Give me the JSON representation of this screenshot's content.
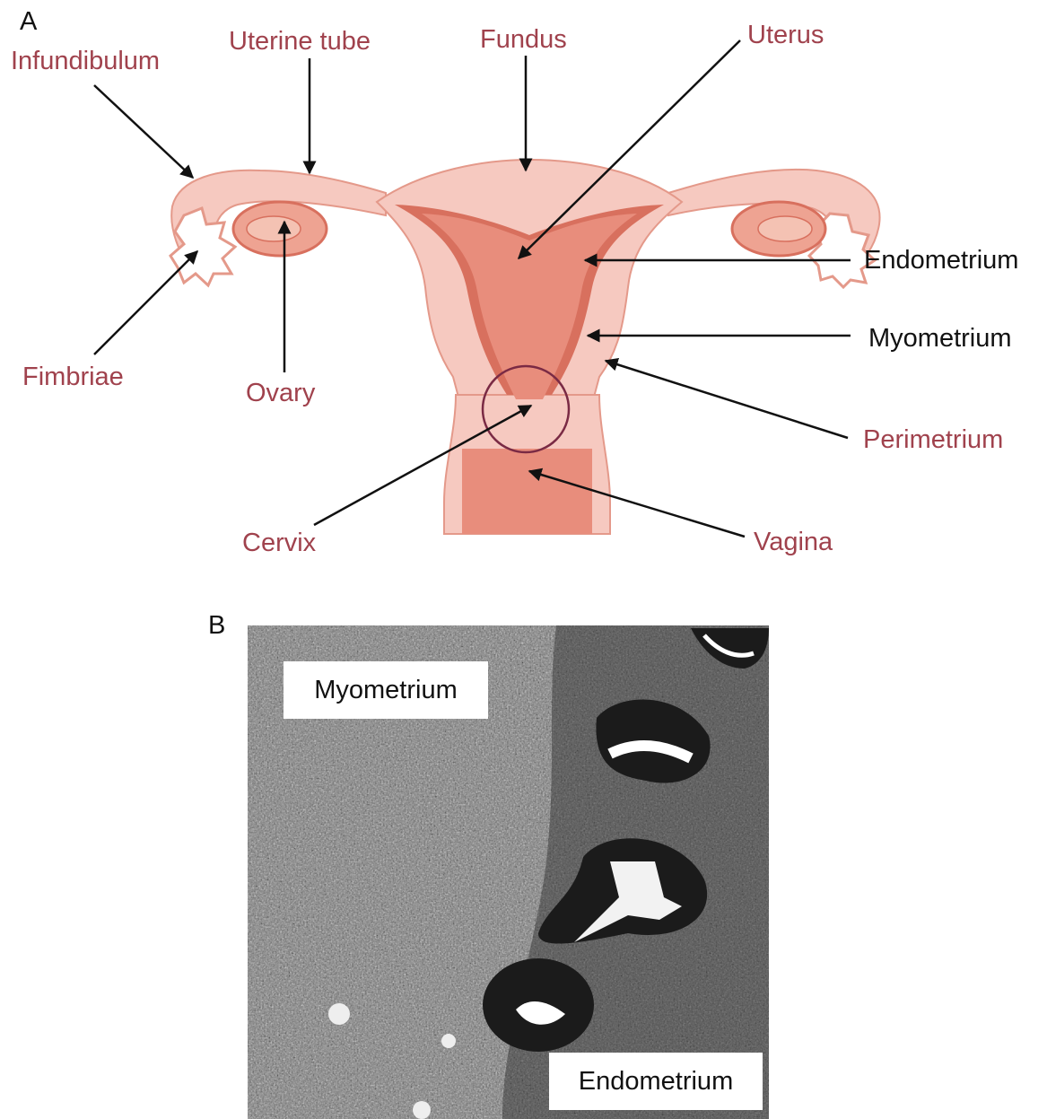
{
  "panel_a": {
    "letter": "A",
    "labels": {
      "infundibulum": "Infundibulum",
      "uterine_tube": "Uterine tube",
      "fundus": "Fundus",
      "uterus": "Uterus",
      "endometrium": "Endometrium",
      "myometrium": "Myometrium",
      "perimetrium": "Perimetrium",
      "vagina": "Vagina",
      "cervix": "Cervix",
      "ovary": "Ovary",
      "fimbriae": "Fimbriae"
    }
  },
  "panel_b": {
    "letter": "B",
    "labels": {
      "myometrium": "Myometrium",
      "endometrium": "Endometrium"
    }
  },
  "colors": {
    "label_red": "#a0424d",
    "label_black": "#111111",
    "tissue_light": "#f6c9c0",
    "tissue_mid": "#eea392",
    "tissue_dark": "#d8705e",
    "circle": "#7a2a44"
  }
}
